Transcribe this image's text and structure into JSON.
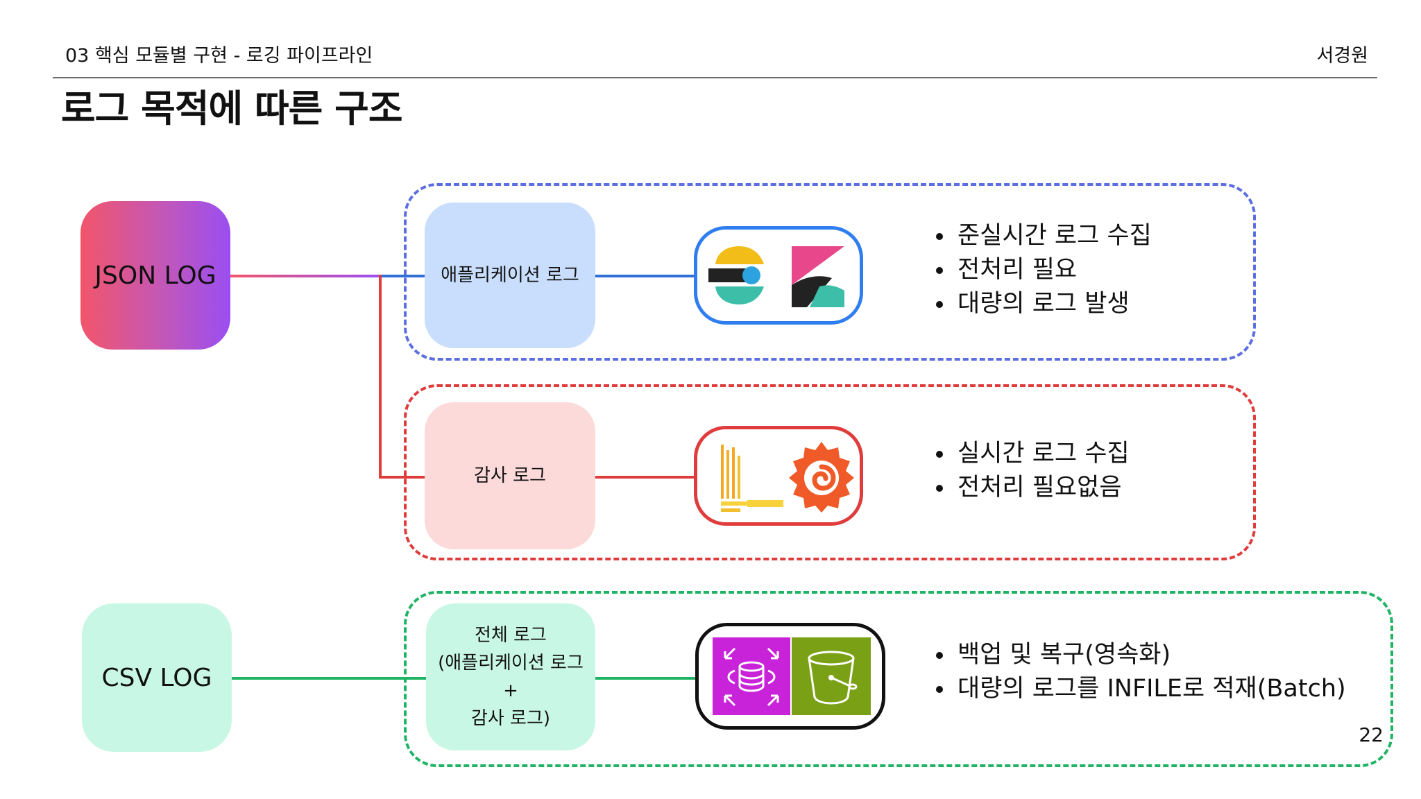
{
  "header": {
    "section": "03 핵심 모듈별 구현 -  로깅 파이프라인",
    "author": "서경원"
  },
  "title": "로그 목적에 따른 구조",
  "sources": {
    "json": "JSON LOG",
    "csv": "CSV LOG"
  },
  "groups": [
    {
      "log_type": "애플리케이션 로그",
      "border_color": "#5b6fe0",
      "box_color": "#c9defd",
      "line_color": "#2f6fd6",
      "logo_icons": [
        "elasticsearch-icon",
        "kibana-icon"
      ],
      "bullets": [
        "준실시간 로그 수집",
        "전처리 필요",
        "대량의 로그 발생"
      ]
    },
    {
      "log_type": "감사 로그",
      "border_color": "#e03c3c",
      "box_color": "#fddada",
      "line_color": "#e03c3c",
      "logo_icons": [
        "loki-icon",
        "grafana-icon"
      ],
      "bullets": [
        "실시간 로그 수집",
        "전처리 필요없음"
      ]
    },
    {
      "log_type_lines": [
        "전체 로그",
        "(애플리케이션 로그",
        "+",
        "감사 로그)"
      ],
      "border_color": "#1fb463",
      "box_color": "#c9f7e6",
      "line_color": "#1fb463",
      "logo_icons": [
        "aws-rds-icon",
        "aws-s3-icon"
      ],
      "bullets": [
        "백업 및 복구(영속화)",
        "대량의 로그를 INFILE로 적재(Batch)"
      ]
    }
  ],
  "page_number": "22"
}
